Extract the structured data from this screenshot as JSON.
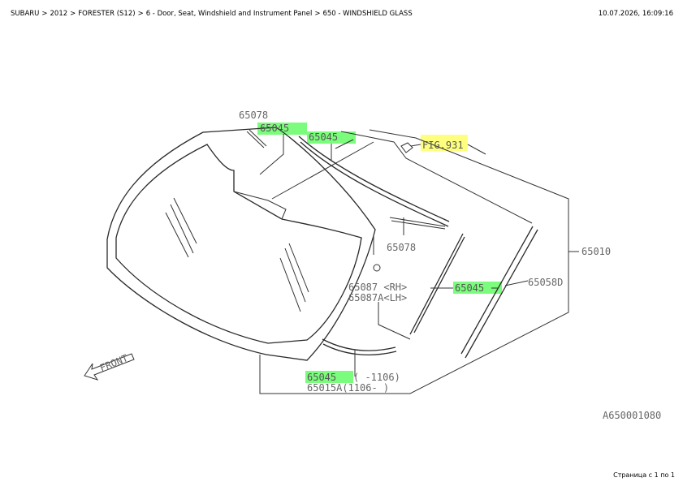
{
  "breadcrumb": [
    "SUBARU",
    "2012",
    "FORESTER (S12)",
    "6 - Door, Seat, Windshield and Instrument Panel",
    "650 - WINDSHIELD GLASS"
  ],
  "timestamp": "10.07.2026, 16:09:16",
  "footer": "Страница с 1 по 1",
  "colors": {
    "highlight_green": "#7CFC7C",
    "highlight_yellow": "#FFFF7F"
  },
  "diagram": {
    "labels": {
      "p65078_top": "65078",
      "p65045_a": "65045",
      "p65045_b": "65045",
      "fig931": "FIG.931",
      "p65010": "65010",
      "p65078_mid": "65078",
      "p65087_rh": "65087 <RH>",
      "p65087a_lh": "65087A<LH>",
      "p65045_c": "65045",
      "p65058d": "65058D",
      "p65045_d": "65045",
      "p65045_d_suffix": "( -1106)",
      "p65015a": "65015A(1106- )",
      "front": "FRONT",
      "ref": "A650001080"
    }
  }
}
